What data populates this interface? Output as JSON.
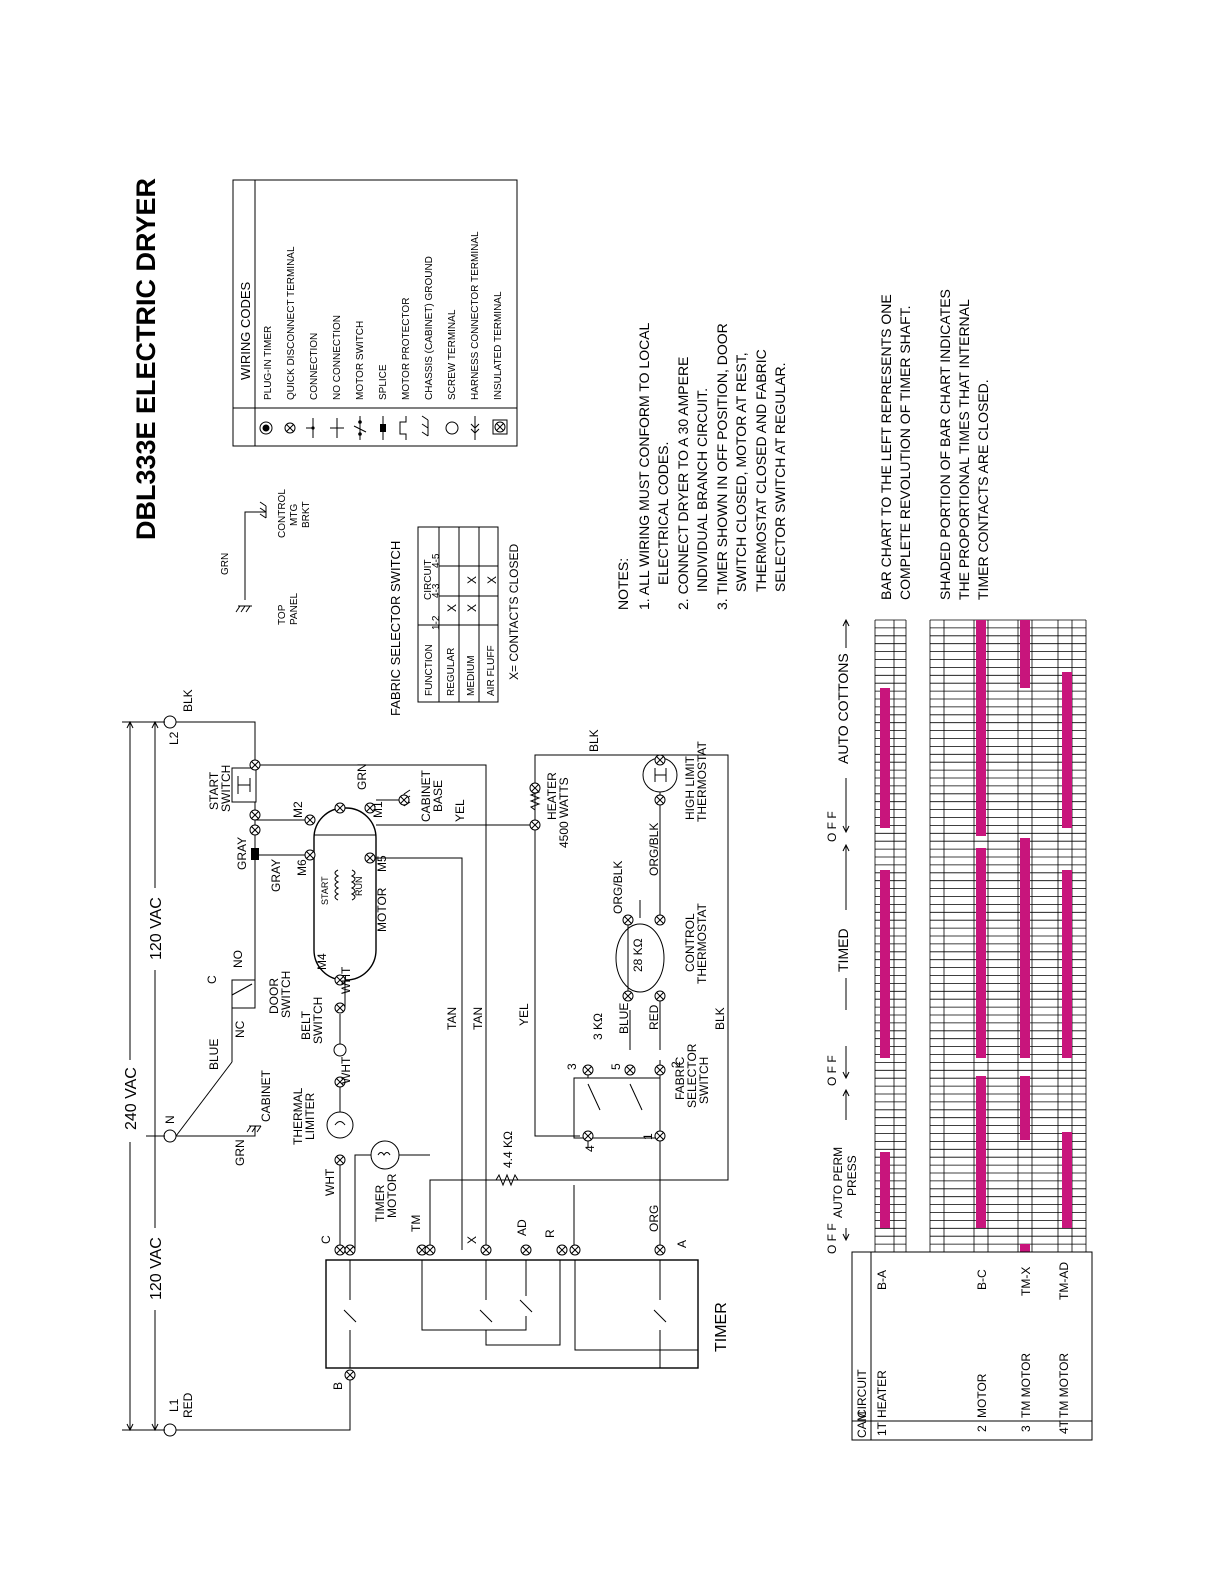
{
  "title": "DBL333E  ELECTRIC DRYER",
  "wiring_codes": {
    "heading": "WIRING CODES",
    "items": [
      {
        "icon": "plug-in-timer-icon",
        "label": "PLUG-IN TIMER"
      },
      {
        "icon": "quick-disconnect-icon",
        "label": "QUICK DISCONNECT TERMINAL"
      },
      {
        "icon": "connection-icon",
        "label": "CONNECTION"
      },
      {
        "icon": "no-connection-icon",
        "label": "NO CONNECTION"
      },
      {
        "icon": "motor-switch-icon",
        "label": "MOTOR SWITCH"
      },
      {
        "icon": "splice-icon",
        "label": "SPLICE"
      },
      {
        "icon": "motor-protector-icon",
        "label": "MOTOR PROTECTOR"
      },
      {
        "icon": "chassis-ground-icon",
        "label": "CHASSIS (CABINET) GROUND"
      },
      {
        "icon": "screw-terminal-icon",
        "label": "SCREW TERMINAL"
      },
      {
        "icon": "harness-connector-icon",
        "label": "HARNESS CONNECTOR TERMINAL"
      },
      {
        "icon": "insulated-terminal-icon",
        "label": "INSULATED TERMINAL"
      }
    ]
  },
  "notes": {
    "heading": "NOTES:",
    "lines": [
      "1. ALL WIRING MUST CONFORM TO LOCAL",
      "ELECTRICAL CODES.",
      "2. CONNECT DRYER TO A 30 AMPERE",
      "INDIVIDUAL BRANCH CIRCUIT.",
      "3. TIMER SHOWN IN OFF POSITION, DOOR",
      "SWITCH CLOSED, MOTOR AT REST,",
      "THERMOSTAT CLOSED AND FABRIC",
      "SELECTOR SWITCH AT REGULAR."
    ]
  },
  "bar_notes": [
    "BAR CHART TO THE LEFT REPRESENTS ONE",
    "COMPLETE REVOLUTION OF TIMER SHAFT.",
    "SHADED PORTION OF BAR CHART INDICATES",
    "THE PROPORTIONAL TIMES THAT INTERNAL",
    "TIMER CONTACTS ARE CLOSED."
  ],
  "fabric_table": {
    "title": "FABRIC SELECTOR SWITCH",
    "function_header": "FUNCTION",
    "circuit_header": "CIRCUIT",
    "columns": [
      "1-2",
      "4-3",
      "4-5"
    ],
    "rows": [
      {
        "function": "REGULAR",
        "cells": [
          "X",
          "",
          ""
        ]
      },
      {
        "function": "MEDIUM",
        "cells": [
          "X",
          "X",
          ""
        ]
      },
      {
        "function": "AIR FLUFF",
        "cells": [
          "",
          "X",
          ""
        ]
      }
    ],
    "footnote": "X= CONTACTS  CLOSED"
  },
  "ground": {
    "wire": "GRN",
    "top_panel": [
      "TOP",
      "PANEL"
    ],
    "bracket": [
      "CONTROL",
      "MTG",
      "BRKT"
    ]
  },
  "voltages": {
    "left": "120 VAC",
    "center": "240 VAC",
    "right": "120 VAC"
  },
  "supply": {
    "l1": "L1",
    "l1_color": "RED",
    "n": "N",
    "l2": "L2",
    "l2_color": "BLK"
  },
  "labels": {
    "timer": "TIMER",
    "timer_motor": [
      "TIMER",
      "MOTOR"
    ],
    "thermal_limiter": [
      "THERMAL",
      "LIMITER"
    ],
    "belt_switch": [
      "BELT",
      "SWITCH"
    ],
    "door_switch": [
      "DOOR",
      "SWITCH"
    ],
    "start_switch": [
      "START",
      "SWITCH"
    ],
    "cabinet": "CABINET",
    "cabinet_base": [
      "CABINET",
      "BASE"
    ],
    "motor": "MOTOR",
    "start": "START",
    "run": "RUN",
    "heater": [
      "HEATER",
      "4500 WATTS"
    ],
    "high_limit": [
      "HIGH LIMIT",
      "THERMOSTAT"
    ],
    "control_thermostat": [
      "CONTROL",
      "THERMOSTAT"
    ],
    "fabric_switch": [
      "FABRIC",
      "SELECTOR",
      "SWITCH"
    ],
    "res_28k": "28 KΩ",
    "res_3k": "3 KΩ",
    "res_44k": "4.4 KΩ",
    "terminals": {
      "b": "B",
      "c_timer": "C",
      "tm": "TM",
      "x": "X",
      "ad": "AD",
      "r": "R",
      "a": "A",
      "m1": "M1",
      "m2": "M2",
      "m4": "M4",
      "m5": "M5",
      "m6": "M6",
      "nc": "NC",
      "no": "NO",
      "c_door": "C",
      "fs1": "1",
      "fs2": "2",
      "fs3": "3",
      "fs4": "4",
      "fs5": "5"
    },
    "wires": {
      "grn": "GRN",
      "blue": "BLUE",
      "wht": "WHT",
      "gray": "GRAY",
      "tan": "TAN",
      "yel": "YEL",
      "org": "ORG",
      "red": "RED",
      "blk": "BLK",
      "org_blk": "ORG/BLK"
    }
  },
  "bar_chart": {
    "header_cam": "CAM",
    "header_circuit": "CIRCUIT",
    "headers": {
      "off": "O F F",
      "auto_perm_press": [
        "AUTO PERM",
        "PRESS"
      ],
      "timed": "TIMED",
      "auto_cottons": "AUTO COTTONS"
    },
    "rows": [
      {
        "cam": "1T",
        "circuit": "HEATER",
        "contacts": "B-A"
      },
      {
        "cam": "",
        "circuit": "",
        "contacts": ""
      },
      {
        "cam": "",
        "circuit": "",
        "contacts": ""
      },
      {
        "cam": "2",
        "circuit": "MOTOR",
        "contacts": "B-C"
      },
      {
        "cam": "3",
        "circuit": "TM MOTOR",
        "contacts": "TM-X"
      },
      {
        "cam": "4T",
        "circuit": "TM MOTOR",
        "contacts": "TM-AD"
      }
    ]
  },
  "colors": {
    "bar_fill": "#c8157c",
    "line": "#000000"
  }
}
